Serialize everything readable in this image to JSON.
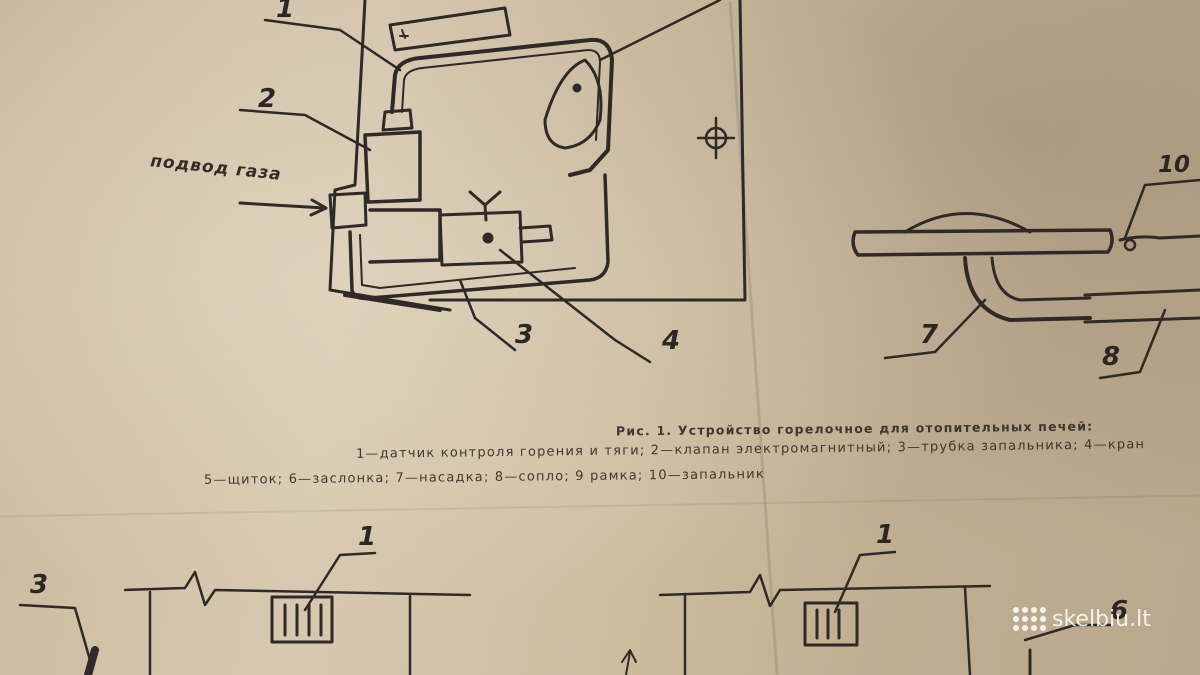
{
  "diagram": {
    "gas_inlet_label": "подвод газа",
    "callouts": {
      "n1_top": "1",
      "n2": "2",
      "n3": "3",
      "n4": "4",
      "n7": "7",
      "n8": "8",
      "n10": "10",
      "n1_lower_left": "1",
      "n1_lower_right": "1",
      "n3_lower": "3",
      "n6_lower": "6"
    }
  },
  "caption": {
    "title": "Рис. 1. Устройство горелочное для отопительных печей:",
    "line1": "1—датчик контроля горения и тяги; 2—клапан электромагнитный; 3—трубка запальника; 4—кран",
    "line2": "5—щиток; 6—заслонка; 7—насадка; 8—сопло; 9 рамка;          10—запальник"
  },
  "watermark": {
    "text": "skelbiu.lt",
    "color": "#ffffff"
  }
}
